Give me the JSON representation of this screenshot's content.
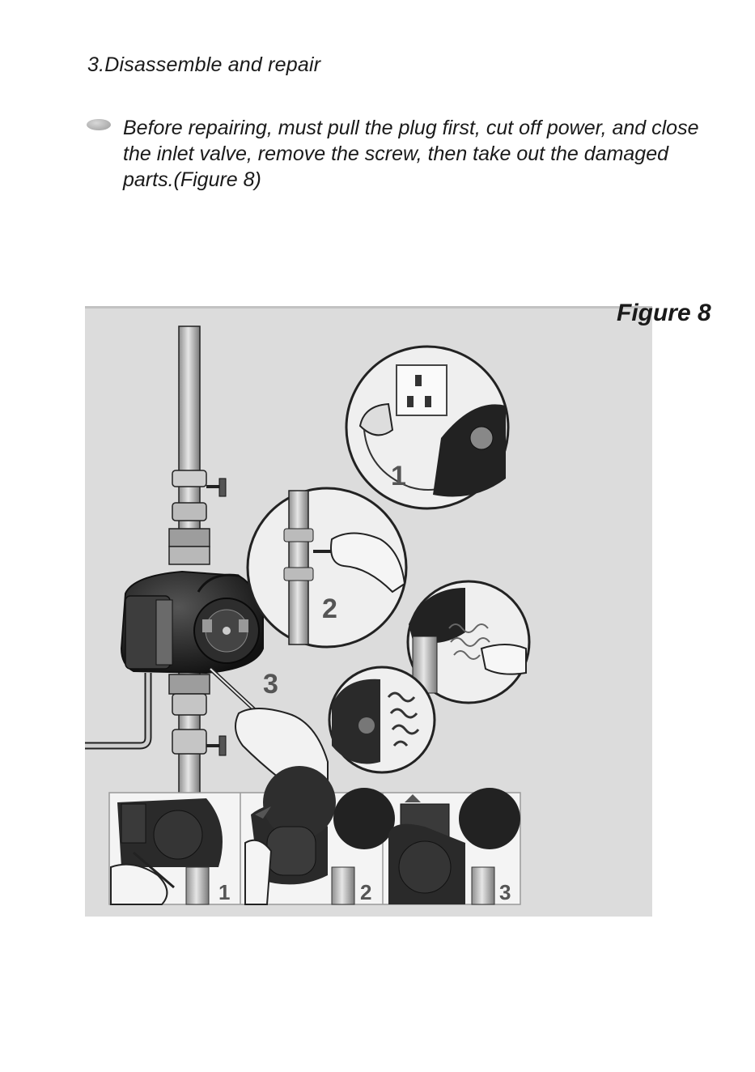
{
  "section": {
    "title": "3.Disassemble and repair"
  },
  "instruction": {
    "text": "Before repairing, must pull the plug first, cut off power, and close the inlet valve, remove the screw, then take out the damaged parts.(Figure 8)"
  },
  "figure": {
    "label": "Figure 8",
    "step_numbers": [
      "1",
      "2",
      "3"
    ],
    "bottom_step_numbers": [
      "1",
      "2",
      "3"
    ]
  },
  "colors": {
    "panel_background": "#dcdcdc",
    "pump_body": "#2a2a2a",
    "pipe": "#bdbdbd"
  }
}
